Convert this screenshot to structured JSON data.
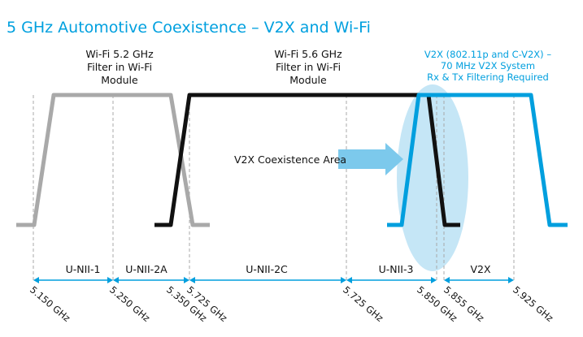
{
  "title": "5 GHz Automotive Coexistence – V2X and Wi-Fi",
  "colors": {
    "title": "#00a0df",
    "wifi52": "#a9a9a9",
    "wifi56": "#111111",
    "v2x": "#009fde",
    "coexistence_area": "#bfe3f5",
    "arrow": "#7cc9ec",
    "dashed_line": "#a8a8a8"
  },
  "filters": {
    "wifi52": [
      "Wi-Fi 5.2 GHz",
      "Filter in Wi-Fi",
      "Module"
    ],
    "wifi56": [
      "Wi-Fi 5.6 GHz",
      "Filter in Wi-Fi",
      "Module"
    ],
    "v2x": [
      "V2X (802.11p and C-V2X) –",
      "70 MHz V2X System",
      "Rx & Tx Filtering Required"
    ]
  },
  "coexistence_label": "V2X Coexistence Area",
  "bands": [
    "U-NII-1",
    "U-NII-2A",
    "U-NII-2C",
    "U-NII-3",
    "V2X"
  ],
  "frequencies": [
    "5.150 GHz",
    "5.250 GHz",
    "5.350 GHz",
    "5.725 GHz",
    "5.725 GHz",
    "5.850 GHz",
    "5.855 GHz",
    "5.925 GHz"
  ],
  "icons": {
    "arrow": "right-arrow-icon"
  }
}
